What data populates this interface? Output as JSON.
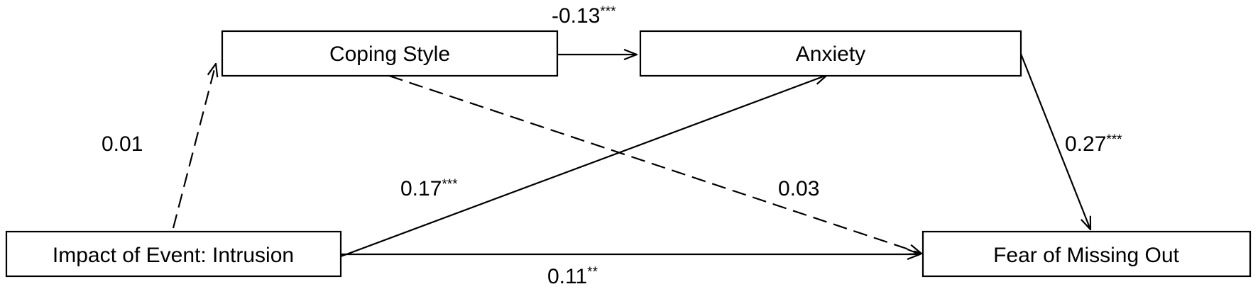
{
  "nodes": {
    "intrusion": {
      "label": "Impact of Event: Intrusion"
    },
    "coping": {
      "label": "Coping Style"
    },
    "anxiety": {
      "label": "Anxiety"
    },
    "fomo": {
      "label": "Fear of Missing Out"
    }
  },
  "paths": {
    "intrusion_to_coping": {
      "value": "0.01",
      "sig": "",
      "style": "dashed"
    },
    "coping_to_anxiety": {
      "value": "-0.13",
      "sig": "***",
      "style": "solid"
    },
    "intrusion_to_anxiety": {
      "value": "0.17",
      "sig": "***",
      "style": "solid"
    },
    "coping_to_fomo": {
      "value": "0.03",
      "sig": "",
      "style": "dashed"
    },
    "anxiety_to_fomo": {
      "value": "0.27",
      "sig": "***",
      "style": "solid"
    },
    "intrusion_to_fomo": {
      "value": "0.11",
      "sig": "**",
      "style": "solid"
    }
  },
  "colors": {
    "stroke": "#000000",
    "background": "#ffffff"
  }
}
